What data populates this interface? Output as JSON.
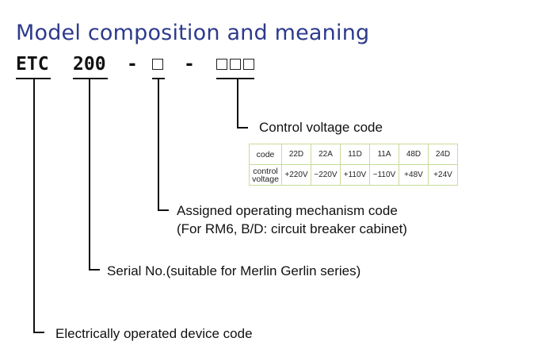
{
  "title": "Model composition and meaning",
  "model_code": {
    "part1": "ETC",
    "part2": "200",
    "dash1": "-",
    "dash2": "-"
  },
  "labels": {
    "control_voltage_code": "Control voltage code",
    "mechanism_line1": "Assigned operating mechanism code",
    "mechanism_line2": "(For RM6, B/D: circuit breaker cabinet)",
    "serial_no": "Serial No.(suitable for Merlin Gerlin series)",
    "device_code": "Electrically operated device code"
  },
  "voltage_table": {
    "row1_header": "code",
    "row2_header_line1": "control",
    "row2_header_line2": "voltage",
    "codes": [
      "22D",
      "22A",
      "11D",
      "11A",
      "48D",
      "24D"
    ],
    "voltages": [
      "+220V",
      "~220V",
      "+110V",
      "~110V",
      "+48V",
      "+24V"
    ]
  },
  "colors": {
    "title": "#2d3a8c",
    "table_border": "#c8dc9a"
  }
}
